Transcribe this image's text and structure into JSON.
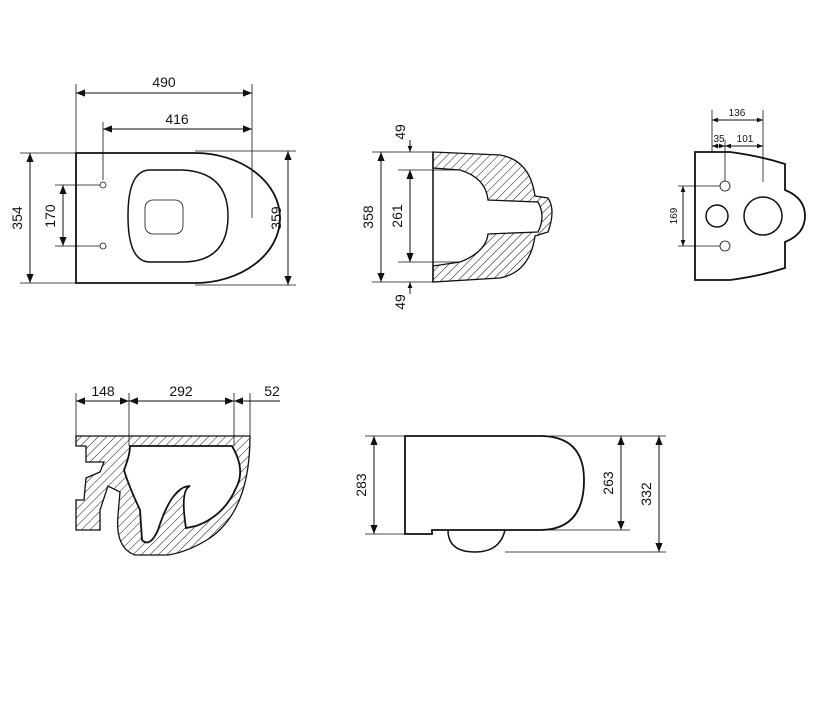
{
  "top_view": {
    "width_overall": "490",
    "width_inner": "416",
    "depth_left": "354",
    "hole_spacing": "170",
    "depth_right": "359"
  },
  "section_view": {
    "top_offset": "49",
    "outer_height": "358",
    "inner_height": "261",
    "bottom_offset": "49"
  },
  "rear_view": {
    "width": "136",
    "hole_offset": "35",
    "outlet_offset": "101",
    "hole_spacing": "169"
  },
  "side_section": {
    "rear_part": "148",
    "body_length": "292",
    "front_part": "52"
  },
  "side_view": {
    "bottom_height": "283",
    "rim_height": "263",
    "total_height": "332"
  }
}
